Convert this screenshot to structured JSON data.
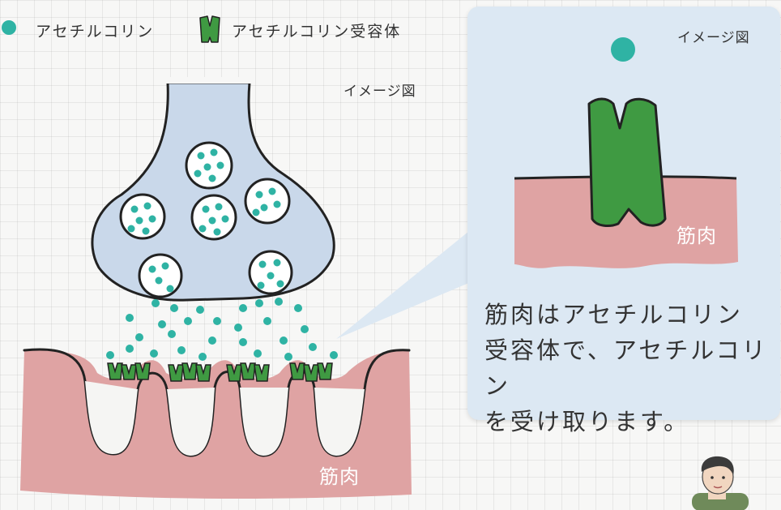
{
  "legend": {
    "acetylcholine": "アセチルコリン",
    "receptor": "アセチルコリン受容体"
  },
  "synapse": {
    "image_tag": "イメージ図",
    "muscle_label": "筋肉"
  },
  "zoom": {
    "image_tag": "イメージ図",
    "muscle_label": "筋肉",
    "caption_lines": [
      "筋肉はアセチルコリン",
      "受容体で、アセチルコリン",
      "を受け取ります。"
    ]
  },
  "colors": {
    "acetylcholine": "#2fb3a4",
    "receptor": "#3f9a42",
    "muscle": "#dfa3a3",
    "nerve_terminal": "#c9d8ea",
    "callout_bg": "#dce8f3"
  },
  "icons": [
    "acetylcholine-dot-icon",
    "receptor-icon",
    "presenter-avatar-icon"
  ]
}
